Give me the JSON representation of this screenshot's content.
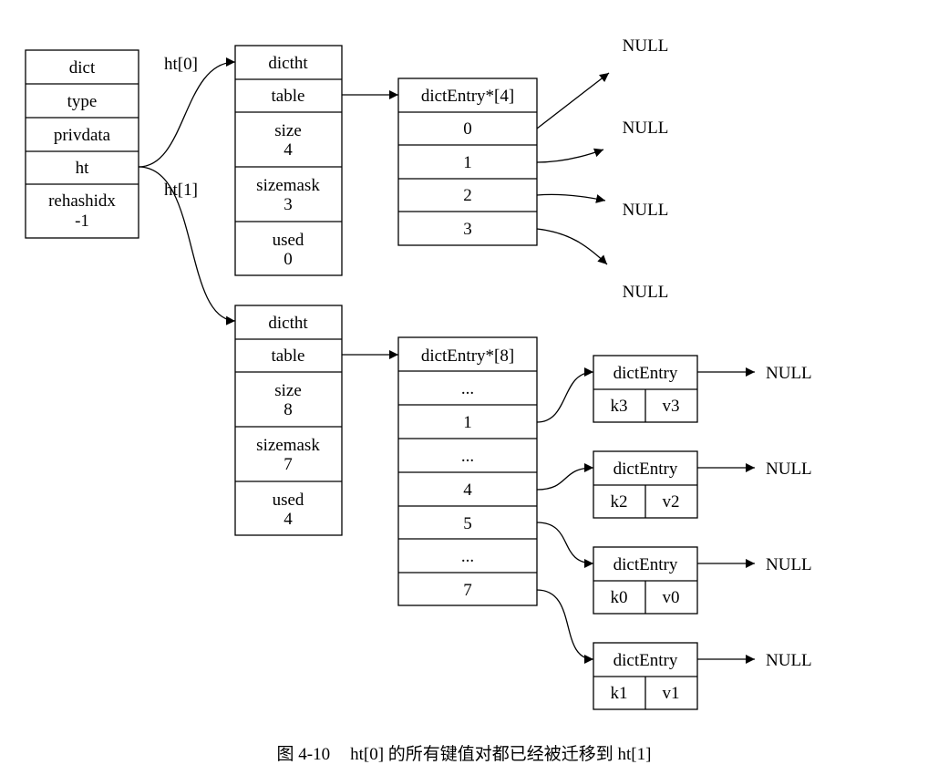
{
  "dict": {
    "title": "dict",
    "fields": [
      "type",
      "privdata",
      "ht"
    ],
    "rehashidx_label": "rehashidx",
    "rehashidx_value": "-1"
  },
  "edge_labels": {
    "ht0": "ht[0]",
    "ht1": "ht[1]"
  },
  "ht0": {
    "title": "dictht",
    "table": "table",
    "size_label": "size",
    "size": "4",
    "sizemask_label": "sizemask",
    "sizemask": "3",
    "used_label": "used",
    "used": "0"
  },
  "ht1": {
    "title": "dictht",
    "table": "table",
    "size_label": "size",
    "size": "8",
    "sizemask_label": "sizemask",
    "sizemask": "7",
    "used_label": "used",
    "used": "4"
  },
  "array4": {
    "title": "dictEntry*[4]",
    "cells": [
      "0",
      "1",
      "2",
      "3"
    ]
  },
  "array8": {
    "title": "dictEntry*[8]",
    "cells": [
      "...",
      "1",
      "...",
      "4",
      "5",
      "...",
      "7"
    ]
  },
  "null_text": "NULL",
  "entries": [
    {
      "title": "dictEntry",
      "key": "k3",
      "value": "v3"
    },
    {
      "title": "dictEntry",
      "key": "k2",
      "value": "v2"
    },
    {
      "title": "dictEntry",
      "key": "k0",
      "value": "v0"
    },
    {
      "title": "dictEntry",
      "key": "k1",
      "value": "v1"
    }
  ],
  "caption": {
    "figure_no": "图 4-10",
    "text": "ht[0] 的所有键值对都已经被迁移到 ht[1]"
  }
}
